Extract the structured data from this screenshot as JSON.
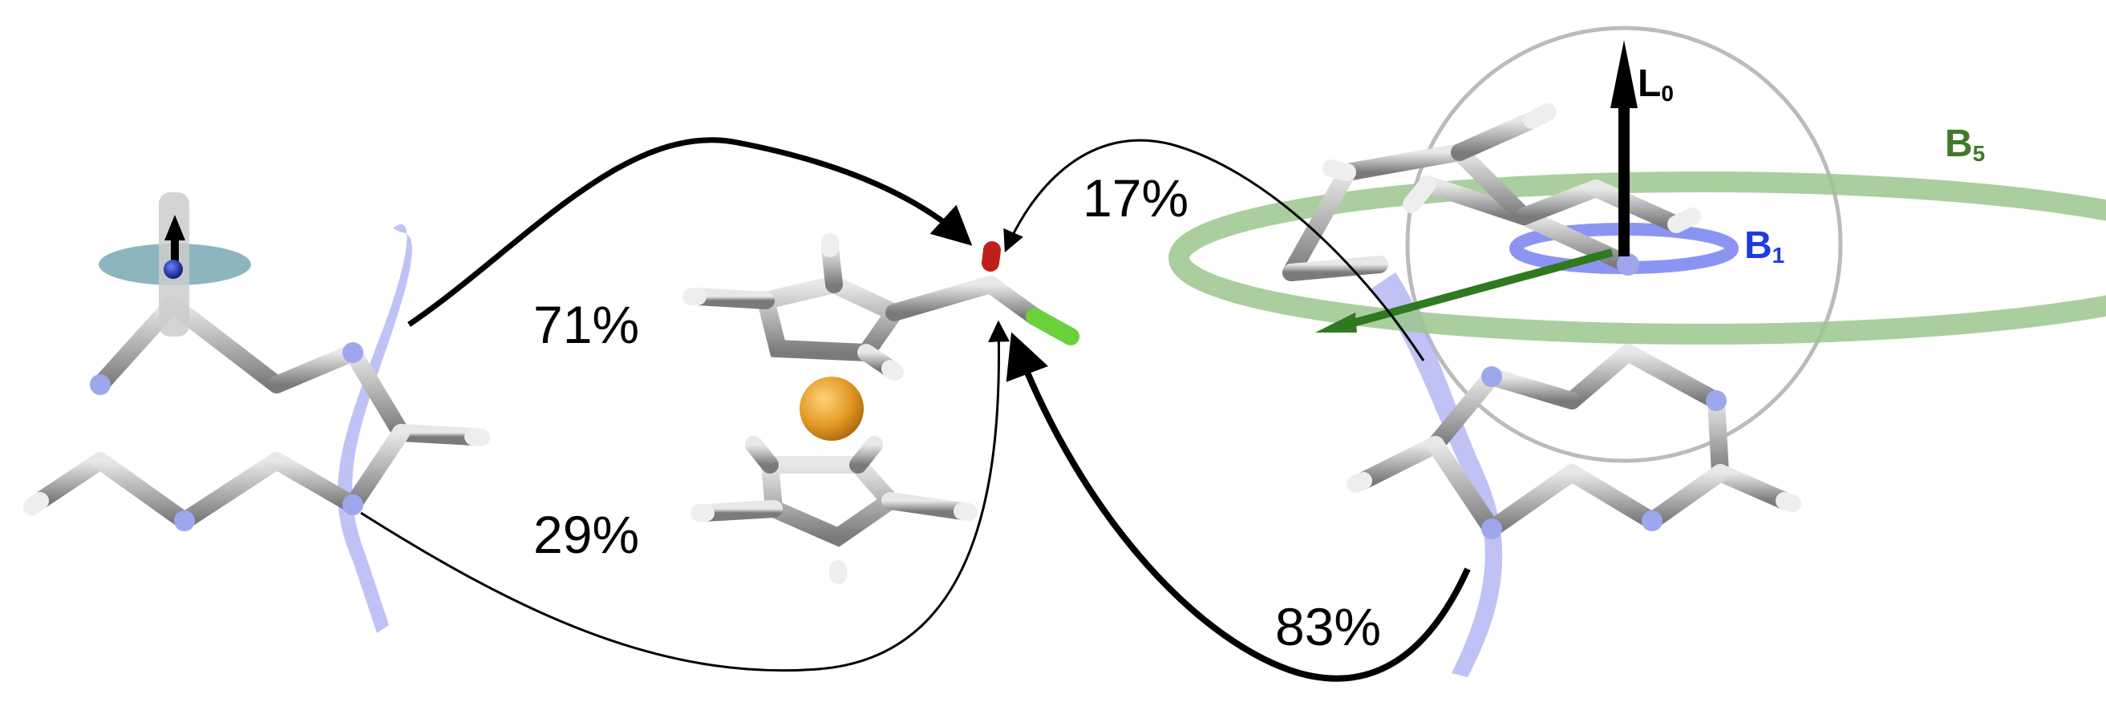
{
  "percentages": {
    "top_left": "71%",
    "bottom_left": "29%",
    "top_right": "17%",
    "bottom_right": "83%"
  },
  "vector_labels": {
    "L": {
      "main": "L",
      "sub": "0",
      "color": "#000000"
    },
    "B1": {
      "main": "B",
      "sub": "1",
      "color": "#1f3ae0"
    },
    "B5": {
      "main": "B",
      "sub": "5",
      "color": "#3f7a2a"
    }
  },
  "colors": {
    "carbon": "#a8a8a8",
    "hydrogen": "#eeeeee",
    "nitrogen": "#9ea6ee",
    "oxygen": "#c0201a",
    "chlorine": "#6ad13a",
    "iron": "#e3a02c",
    "ribbon_blue": "#a9aef0",
    "ring_green": "#9cc68e",
    "disk_teal": "#6fa3ae"
  }
}
